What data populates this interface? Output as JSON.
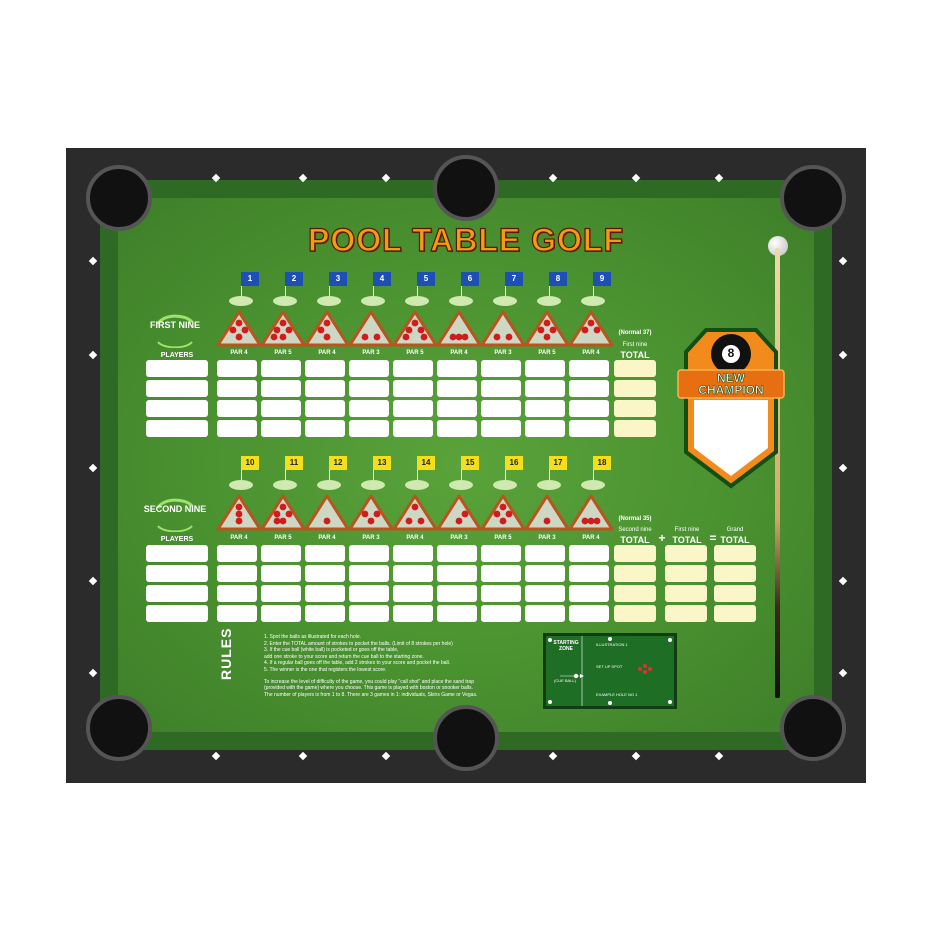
{
  "title": "POOL TABLE GOLF",
  "first_nine": {
    "label": "FIRST NINE",
    "players_label": "PLAYERS",
    "holes": [
      "1",
      "2",
      "3",
      "4",
      "5",
      "6",
      "7",
      "8",
      "9"
    ],
    "pars": [
      "PAR 4",
      "PAR 5",
      "PAR 4",
      "PAR 3",
      "PAR 5",
      "PAR 4",
      "PAR 3",
      "PAR 5",
      "PAR 4"
    ],
    "normal_note": "(Normal 37)",
    "total_small": "First nine",
    "total_label": "TOTAL"
  },
  "second_nine": {
    "label": "SECOND NINE",
    "players_label": "PLAYERS",
    "holes": [
      "10",
      "11",
      "12",
      "13",
      "14",
      "15",
      "16",
      "17",
      "18"
    ],
    "pars": [
      "PAR 4",
      "PAR 5",
      "PAR 4",
      "PAR 3",
      "PAR 4",
      "PAR 3",
      "PAR 5",
      "PAR 3",
      "PAR 4"
    ],
    "normal_note": "(Normal 35)",
    "totals": [
      {
        "small": "Second nine",
        "label": "TOTAL"
      },
      {
        "small": "First nine",
        "label": "TOTAL"
      },
      {
        "small": "Grand",
        "label": "TOTAL"
      }
    ],
    "plus": "+",
    "equals": "="
  },
  "champion": {
    "ball": "8",
    "line1": "NEW",
    "line2": "CHAMPION"
  },
  "rules": {
    "label": "RULES",
    "items": [
      "1.   Spot the balls as illustrated for each hole.",
      "2.   Enter the TOTAL amount of strokes to pocket the balls. (Limit of 8 strokes per hole)",
      "3.   If the cue ball (white ball) is pocketed or goes off the table,",
      "       add one stroke to your score and return the cue ball to the starting zone.",
      "4.   If a regular ball goes off the table, add 2 strokes to your score and pocket the ball.",
      "5.   The winner is the one that registers the lowest score."
    ],
    "extra": [
      "To increase the level of difficulty of the game, you could play \"call shot\" and place the sand trap",
      "(provided with the game) where you choose. This game is played with boston or snooker balls.",
      "The number of players is from 1 to 8. There are 3 games in 1: individuals, Skins Game or Vegas."
    ]
  },
  "diagram": {
    "zone": "STARTING ZONE",
    "cue_ball": "(CUE BALL)",
    "illustration": "ILLUSTRATION 1",
    "setup": "SET UP SPOT",
    "example": "EXAMPLE HOLE NO 1"
  },
  "colors": {
    "felt": "#4a9130",
    "rail": "#2b2b2b",
    "title": "#f39a1a",
    "flag_first": "#1d4fb5",
    "flag_second": "#f4e01a",
    "champion": "#f28a1c"
  }
}
